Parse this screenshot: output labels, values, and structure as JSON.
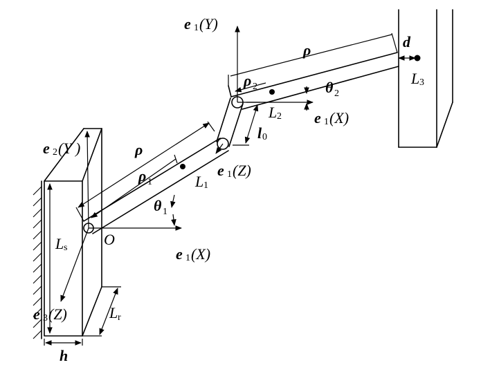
{
  "labels": {
    "e1Y_vec": "e",
    "e1Y_sub": "1",
    "e1Y_axis": "(Y)",
    "rho_top": "ρ",
    "d": "d",
    "rho2": "ρ",
    "rho2_sub": "2",
    "L3": "L",
    "L3_sub": "3",
    "theta2": "θ",
    "theta2_sub": "2",
    "L2": "L",
    "L2_sub": "2",
    "e1X_right_vec": "e",
    "e1X_right_sub": "1",
    "e1X_right_axis": "(X)",
    "l0": "l",
    "l0_sub": "0",
    "e2Y_vec": "e",
    "e2Y_sub": "2",
    "e2Y_axis": "(Y )",
    "rho_mid": "ρ",
    "rho1": "ρ",
    "rho1_sub": "1",
    "L1": "L",
    "L1_sub": "1",
    "e1Z_vec": "e",
    "e1Z_sub": "1",
    "e1Z_axis": "(Z)",
    "theta1": "θ",
    "theta1_sub": "1",
    "Ls": "L",
    "Ls_sub": "s",
    "O": "O",
    "e1X_bottom_vec": "e",
    "e1X_bottom_sub": "1",
    "e1X_bottom_axis": "(X)",
    "e3Z_vec": "e",
    "e3Z_sub": "3",
    "e3Z_axis": "(Z)",
    "Lr": "L",
    "Lr_sub": "r",
    "h": "h"
  }
}
